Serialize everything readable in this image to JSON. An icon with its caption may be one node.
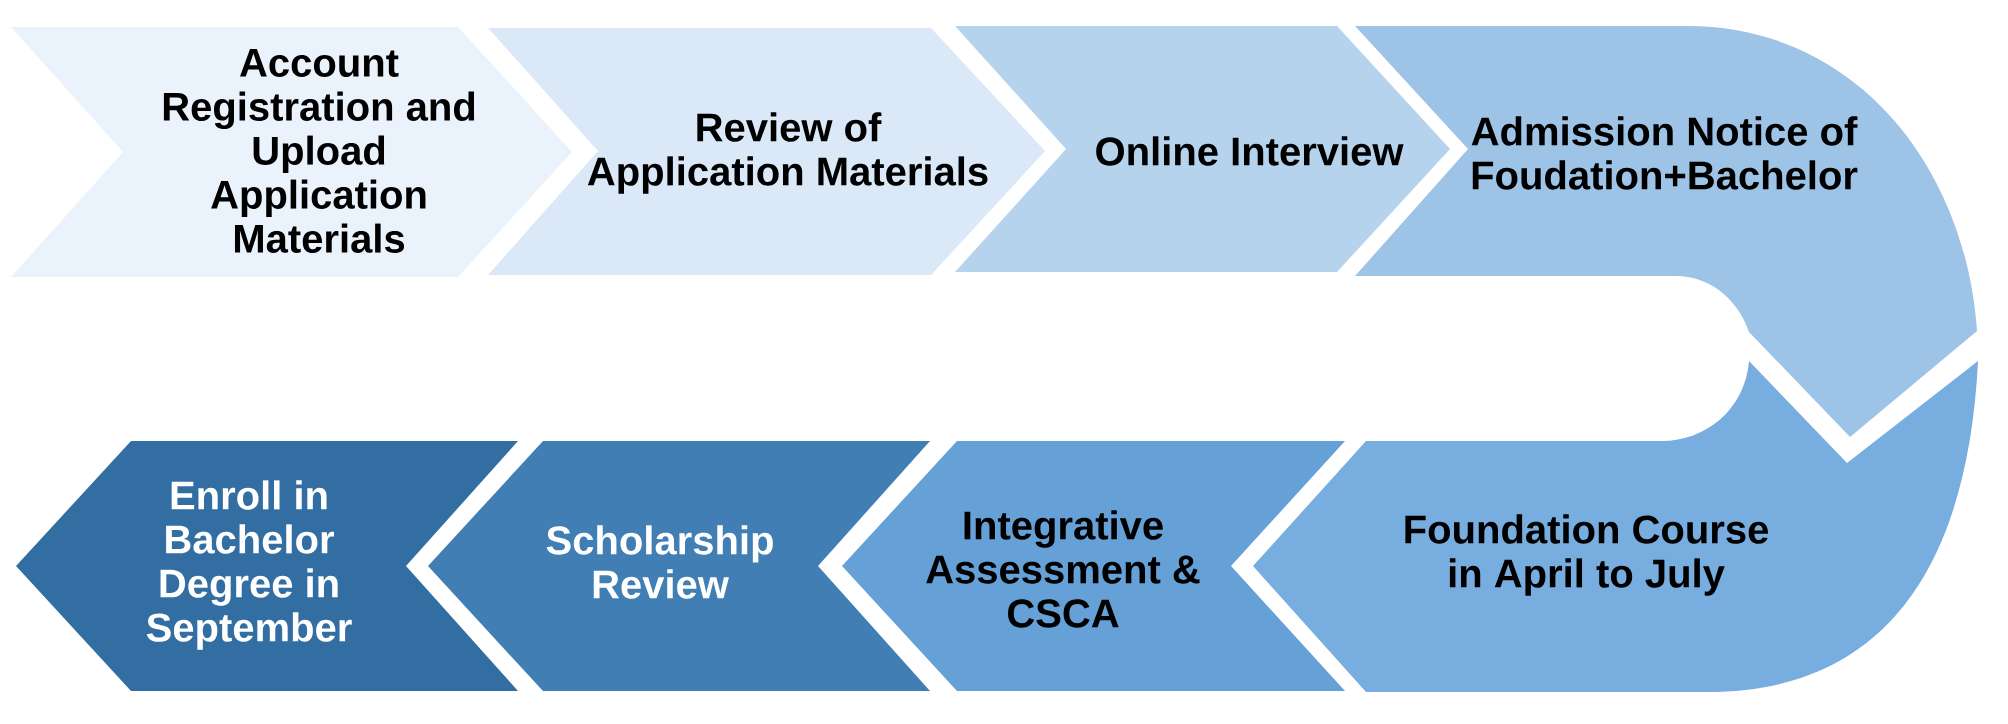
{
  "diagram": {
    "nodes": [
      {
        "text": [
          "Account Registration and Upload Application Materials"
        ]
      },
      {
        "text": [
          "Review of Application Materials"
        ]
      },
      {
        "text": [
          "Online Interview"
        ]
      },
      {
        "text": [
          "Admission Notice of Foudation+Bachelor"
        ]
      },
      {
        "text": [
          "Foundation Course in April to July"
        ]
      },
      {
        "text": [
          "Integrative Assessment & CSCA"
        ]
      },
      {
        "text": [
          "Scholarship Review"
        ]
      },
      {
        "text": [
          "Enroll in Bachelor Degree in September"
        ]
      }
    ]
  }
}
